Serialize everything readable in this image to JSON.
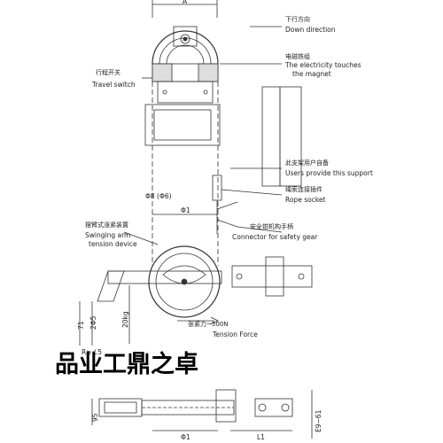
{
  "dims": {
    "A": "A",
    "phi8": "Φ8 (Φ6)",
    "phi1_mid": "Φ1",
    "phi1_bottom": "Φ1",
    "L1": "L1",
    "R": "R≥∠5",
    "d2": "2Φ5",
    "d71": "71",
    "d95": "95",
    "d63": "E9~61",
    "weight": "20kg",
    "tension_zh": "张紧力~500N",
    "tension_en": "Tension Force"
  },
  "labels": [
    {
      "zh": "下行方向",
      "en": "Down direction"
    },
    {
      "zh": "电磁铁组",
      "en": "The electricity touches"
    },
    {
      "zh": "",
      "en": "the magnet"
    },
    {
      "zh": "行程开关",
      "en": "Travel switch"
    },
    {
      "zh": "此支架用户自备",
      "en": "Users provide this support"
    },
    {
      "zh": "绳索连接插件",
      "en": "Rope socket"
    },
    {
      "zh": "安全钳机构手柄",
      "en": "Connector for safety gear"
    },
    {
      "zh": "摆臂式涨紧装置",
      "en": "Swinging arm"
    },
    {
      "zh": "",
      "en": "tension device"
    }
  ],
  "watermark": "品业工鼎之卓"
}
